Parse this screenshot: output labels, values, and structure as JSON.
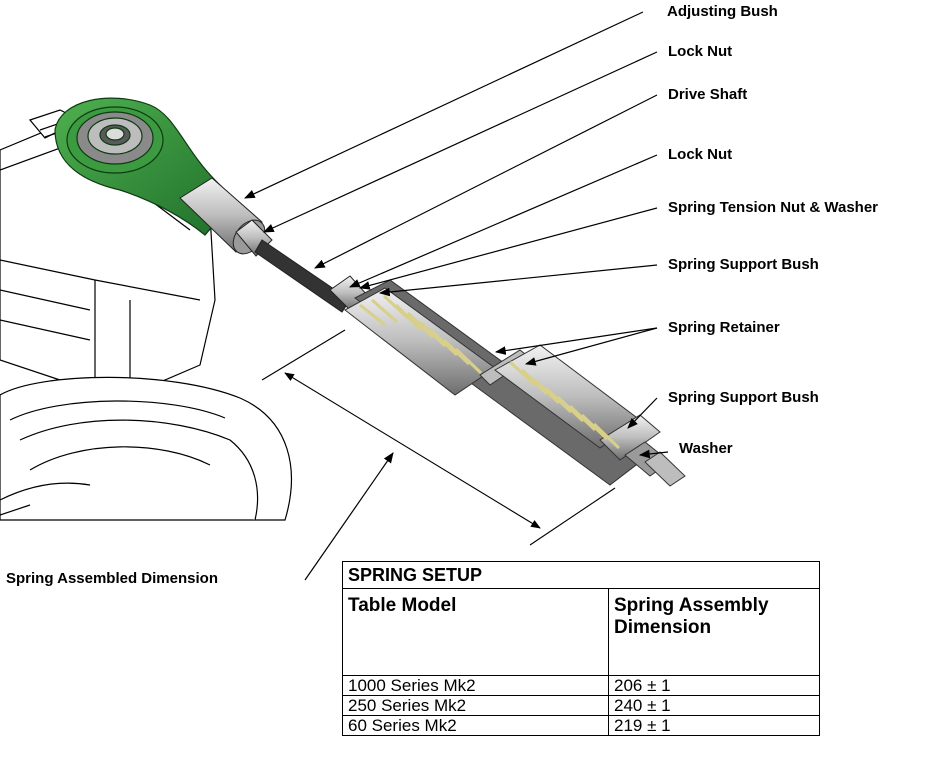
{
  "labels": {
    "adjusting_bush": "Adjusting Bush",
    "lock_nut_1": "Lock Nut",
    "drive_shaft": "Drive Shaft",
    "lock_nut_2": "Lock Nut",
    "spring_tension_nut": "Spring Tension Nut & Washer",
    "spring_support_bush_1": "Spring Support Bush",
    "spring_retainer": "Spring Retainer",
    "spring_support_bush_2": "Spring Support Bush",
    "washer": "Washer",
    "spring_assembled_dimension": "Spring Assembled Dimension"
  },
  "table": {
    "title": "SPRING SETUP",
    "headers": [
      "Table Model",
      "Spring Assembly Dimension"
    ],
    "rows": [
      [
        "1000 Series Mk2",
        "206 ± 1"
      ],
      [
        "250 Series Mk2",
        "240 ± 1"
      ],
      [
        "60 Series Mk2",
        "219 ± 1"
      ]
    ]
  },
  "colors": {
    "rod_end": "#2f8f2f",
    "metal": "#c8c8c8",
    "spring": "#d8cf8a",
    "line": "#000000"
  }
}
